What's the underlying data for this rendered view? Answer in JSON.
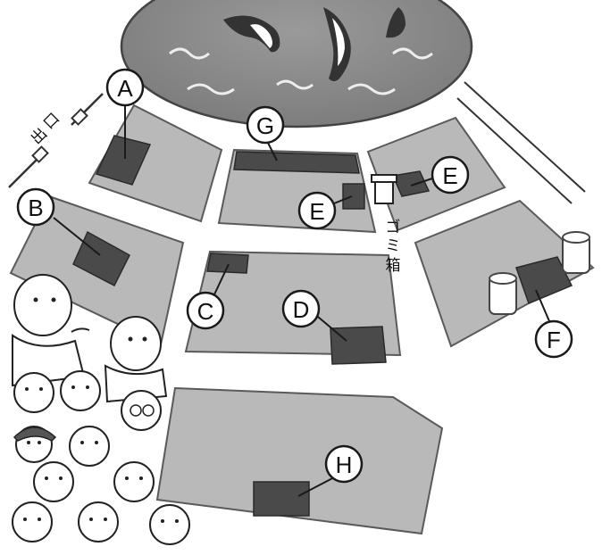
{
  "labels": {
    "A": "A",
    "B": "B",
    "C": "C",
    "D": "D",
    "E1": "E",
    "E2": "E",
    "F": "F",
    "G": "G",
    "H": "H"
  },
  "exit_label": [
    "出",
    "口"
  ],
  "trash_label": [
    "ゴ",
    "ミ",
    "箱"
  ],
  "colors": {
    "pool": "#8c8c8c",
    "section": "#b9b9b9",
    "seat_block": "#4a4a4a"
  }
}
